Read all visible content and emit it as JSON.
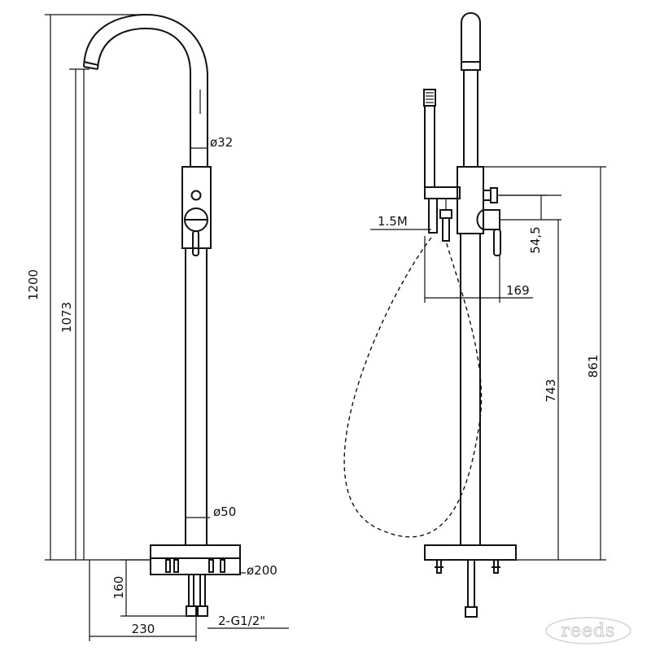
{
  "front_view": {
    "dims": {
      "total_height": "1200",
      "spout_height": "1073",
      "spout_diameter": "ø32",
      "body_diameter": "ø50",
      "base_diameter": "ø200",
      "tail_length": "160",
      "projection": "230",
      "connection": "2-G1/2\""
    }
  },
  "side_view": {
    "dims": {
      "hose_length": "1.5M",
      "handle_offset": "54,5",
      "shower_reach": "169",
      "diverter_height": "743",
      "body_height": "861"
    }
  },
  "watermark": "reeds"
}
